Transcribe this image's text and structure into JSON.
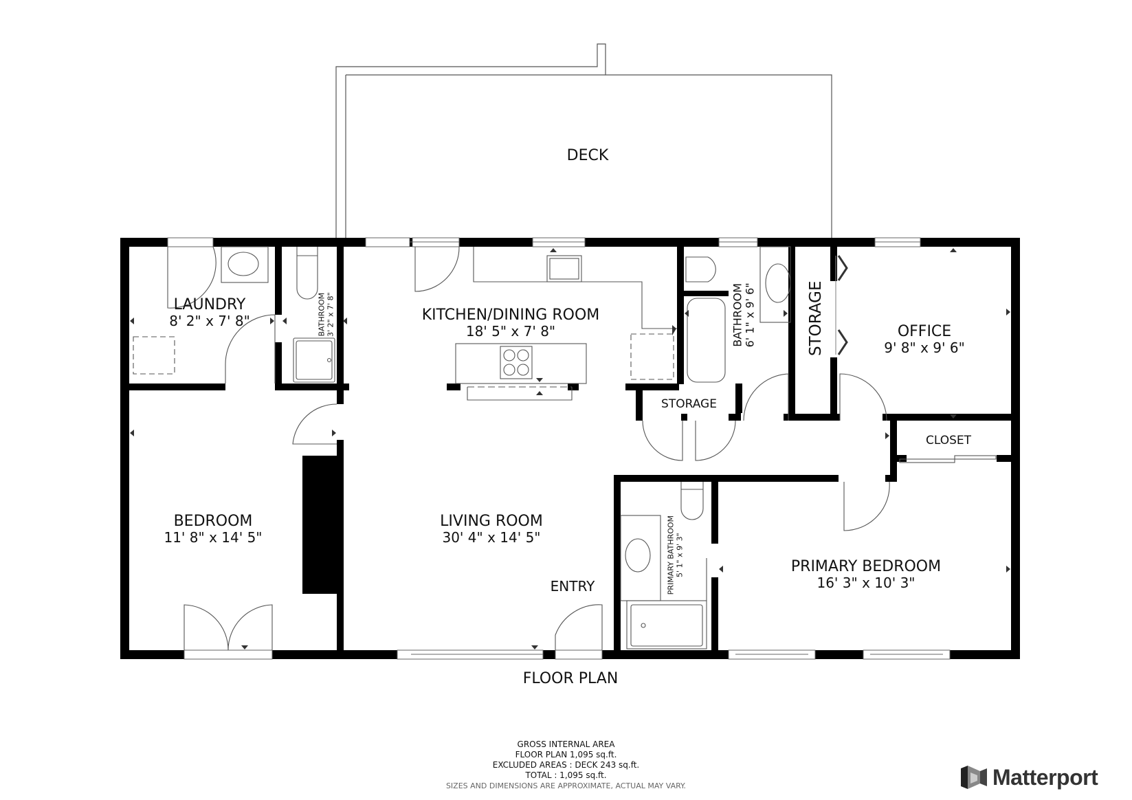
{
  "plan": {
    "title": "FLOOR PLAN",
    "rooms": [
      {
        "name": "DECK",
        "dims": ""
      },
      {
        "name": "LAUNDRY",
        "dims": "8' 2\" x 7' 8\""
      },
      {
        "name": "BATHROOM",
        "dims": "3' 2\" x 7' 8\""
      },
      {
        "name": "KITCHEN/DINING ROOM",
        "dims": "18' 5\" x 7' 8\""
      },
      {
        "name": "BATHROOM",
        "dims": "6' 1\" x 9' 6\""
      },
      {
        "name": "STORAGE",
        "dims": ""
      },
      {
        "name": "OFFICE",
        "dims": "9' 8\" x 9' 6\""
      },
      {
        "name": "STORAGE",
        "dims": ""
      },
      {
        "name": "CLOSET",
        "dims": ""
      },
      {
        "name": "BEDROOM",
        "dims": "11' 8\" x 14' 5\""
      },
      {
        "name": "LIVING ROOM",
        "dims": "30' 4\" x 14' 5\""
      },
      {
        "name": "ENTRY",
        "dims": ""
      },
      {
        "name": "PRIMARY BATHROOM",
        "dims": "5' 1\" x 9' 3\""
      },
      {
        "name": "PRIMARY BEDROOM",
        "dims": "16' 3\" x 10' 3\""
      }
    ]
  },
  "area_summary": {
    "heading": "GROSS INTERNAL AREA",
    "floor_plan": "FLOOR PLAN 1,095 sq.ft.",
    "excluded": "EXCLUDED AREAS :  DECK 243 sq.ft.",
    "total": "TOTAL :  1,095 sq.ft.",
    "disclaimer": "SIZES AND DIMENSIONS ARE APPROXIMATE, ACTUAL MAY VARY."
  },
  "brand": {
    "name": "Matterport",
    "icon": "matterport-logo-icon"
  }
}
